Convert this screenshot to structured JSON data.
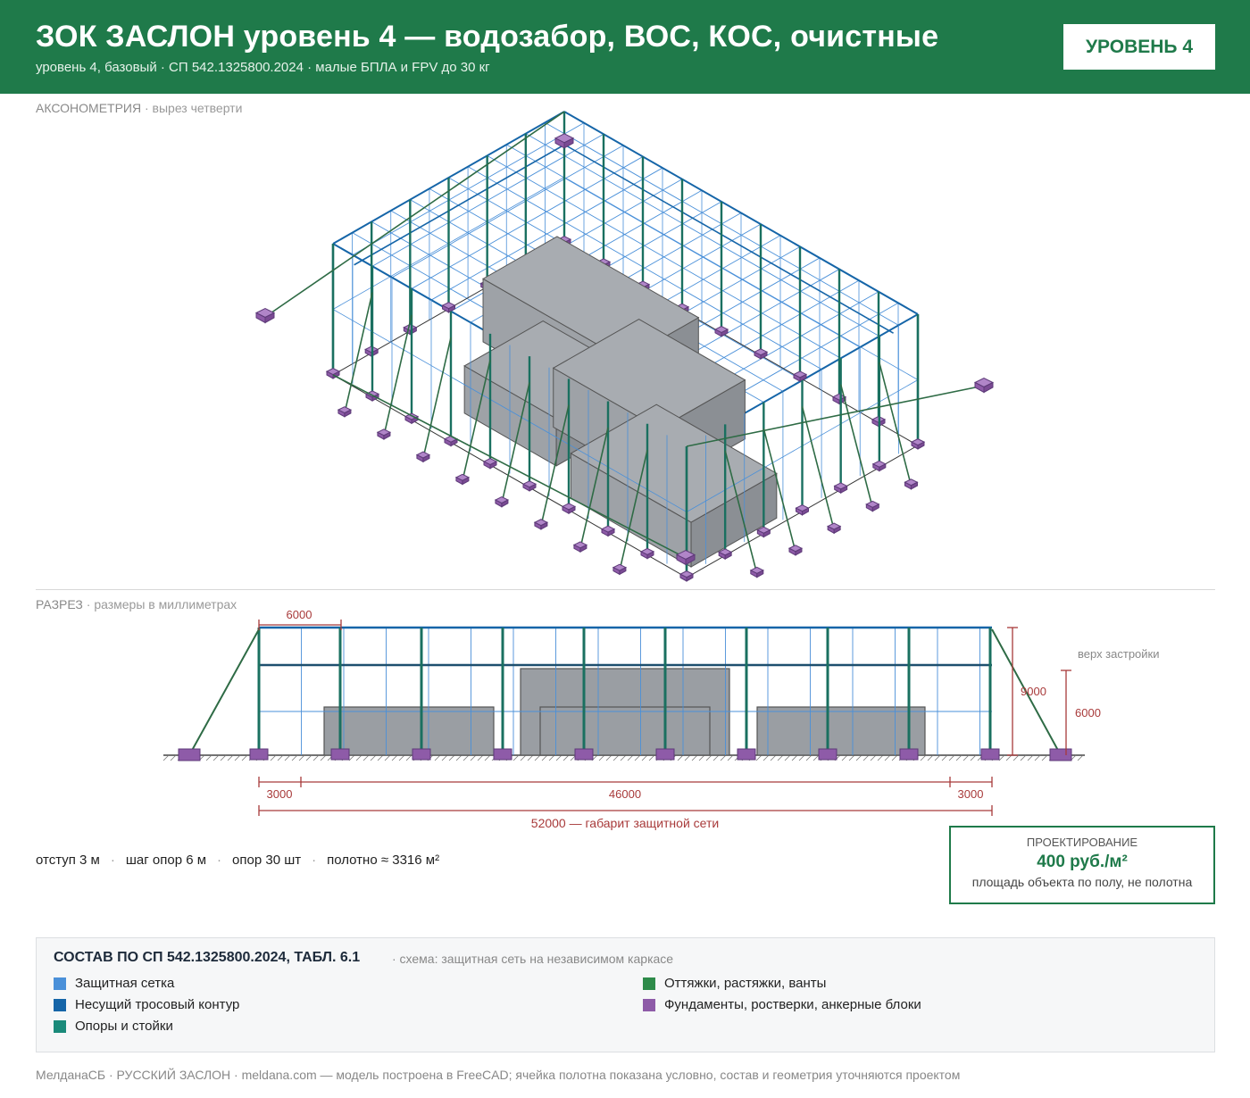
{
  "header": {
    "title": "ЗОК ЗАСЛОН уровень 4 — водозабор, ВОС, КОС, очистные",
    "subtitle": "уровень 4, базовый · СП 542.1325800.2024 · малые БПЛА и FPV до 30 кг",
    "badge": "УРОВЕНЬ 4"
  },
  "axon": {
    "label": "АКСОНОМЕТРИЯ",
    "note": " · вырез четверти"
  },
  "section": {
    "label": "РАЗРЕЗ",
    "note": " · размеры в миллиметрах",
    "dim_step": "6000",
    "dim_height": "9000",
    "dim_build": "6000",
    "build_top_label": "верх застройки",
    "dim_left": "3000",
    "dim_mid": "46000",
    "dim_right": "3000",
    "dim_total": "52000 — габарит защитной сети"
  },
  "stats": {
    "offset": "отступ 3 м",
    "step": "шаг опор 6 м",
    "supports": "опор 30 шт",
    "area": "полотно ≈ 3316 м²",
    "sep": "·"
  },
  "price": {
    "caption": "ПРОЕКТИРОВАНИЕ",
    "value": "400 руб./м²",
    "desc": "площадь объекта по полу, не полотна"
  },
  "legend": {
    "title": "СОСТАВ ПО СП 542.1325800.2024, ТАБЛ. 6.1",
    "subtitle": "· схема: защитная сеть на независимом каркасе",
    "items": [
      {
        "label": "Защитная сетка",
        "color": "#4a90d9"
      },
      {
        "label": "Несущий тросовый контур",
        "color": "#1565a8"
      },
      {
        "label": "Опоры и стойки",
        "color": "#1a8a7a"
      },
      {
        "label": "Оттяжки, растяжки, ванты",
        "color": "#2e8b4a"
      },
      {
        "label": "Фундаменты, ростверки, анкерные блоки",
        "color": "#8e5ba8"
      }
    ]
  },
  "colors": {
    "brand": "#1f7a4a",
    "mesh": "#4a90d9",
    "cable": "#1565a8",
    "post": "#1a7060",
    "guy": "#2e6b45",
    "foundation": "#8e5ba8",
    "building": "#9a9ea3",
    "dimension": "#a83a3a"
  },
  "footer": "МелданаСБ · РУССКИЙ ЗАСЛОН · meldana.com — модель построена в FreeCAD; ячейка полотна показана условно, состав и геометрия уточняются проектом"
}
